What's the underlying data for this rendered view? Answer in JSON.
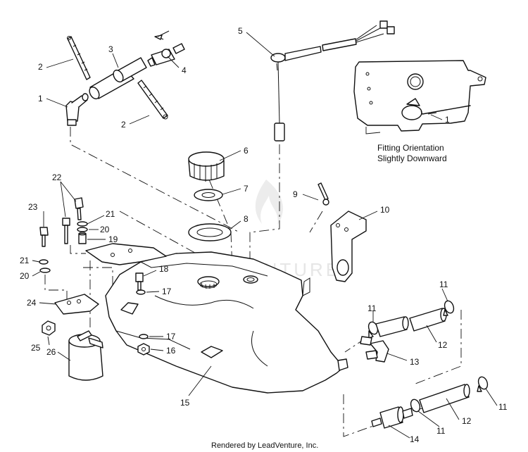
{
  "diagram": {
    "callouts": [
      {
        "id": "1",
        "label": "1"
      },
      {
        "id": "2a",
        "label": "2"
      },
      {
        "id": "3",
        "label": "3"
      },
      {
        "id": "4",
        "label": "4"
      },
      {
        "id": "2b",
        "label": "2"
      },
      {
        "id": "5",
        "label": "5"
      },
      {
        "id": "6",
        "label": "6"
      },
      {
        "id": "7",
        "label": "7"
      },
      {
        "id": "8",
        "label": "8"
      },
      {
        "id": "9",
        "label": "9"
      },
      {
        "id": "10",
        "label": "10"
      },
      {
        "id": "22",
        "label": "22"
      },
      {
        "id": "23",
        "label": "23"
      },
      {
        "id": "21a",
        "label": "21"
      },
      {
        "id": "20a",
        "label": "20"
      },
      {
        "id": "19",
        "label": "19"
      },
      {
        "id": "21b",
        "label": "21"
      },
      {
        "id": "20b",
        "label": "20"
      },
      {
        "id": "18",
        "label": "18"
      },
      {
        "id": "17a",
        "label": "17"
      },
      {
        "id": "24",
        "label": "24"
      },
      {
        "id": "17b",
        "label": "17"
      },
      {
        "id": "16",
        "label": "16"
      },
      {
        "id": "25",
        "label": "25"
      },
      {
        "id": "26",
        "label": "26"
      },
      {
        "id": "15",
        "label": "15"
      },
      {
        "id": "11a",
        "label": "11"
      },
      {
        "id": "11b",
        "label": "11"
      },
      {
        "id": "12a",
        "label": "12"
      },
      {
        "id": "13",
        "label": "13"
      },
      {
        "id": "11c",
        "label": "11"
      },
      {
        "id": "11d",
        "label": "11"
      },
      {
        "id": "12b",
        "label": "12"
      },
      {
        "id": "14",
        "label": "14"
      },
      {
        "id": "inset1",
        "label": "1"
      }
    ],
    "inset_caption_line1": "Fitting Orientation",
    "inset_caption_line2": "Slightly Downward",
    "watermark": "LEADVENTURE",
    "footer": "Rendered by LeadVenture, Inc."
  }
}
